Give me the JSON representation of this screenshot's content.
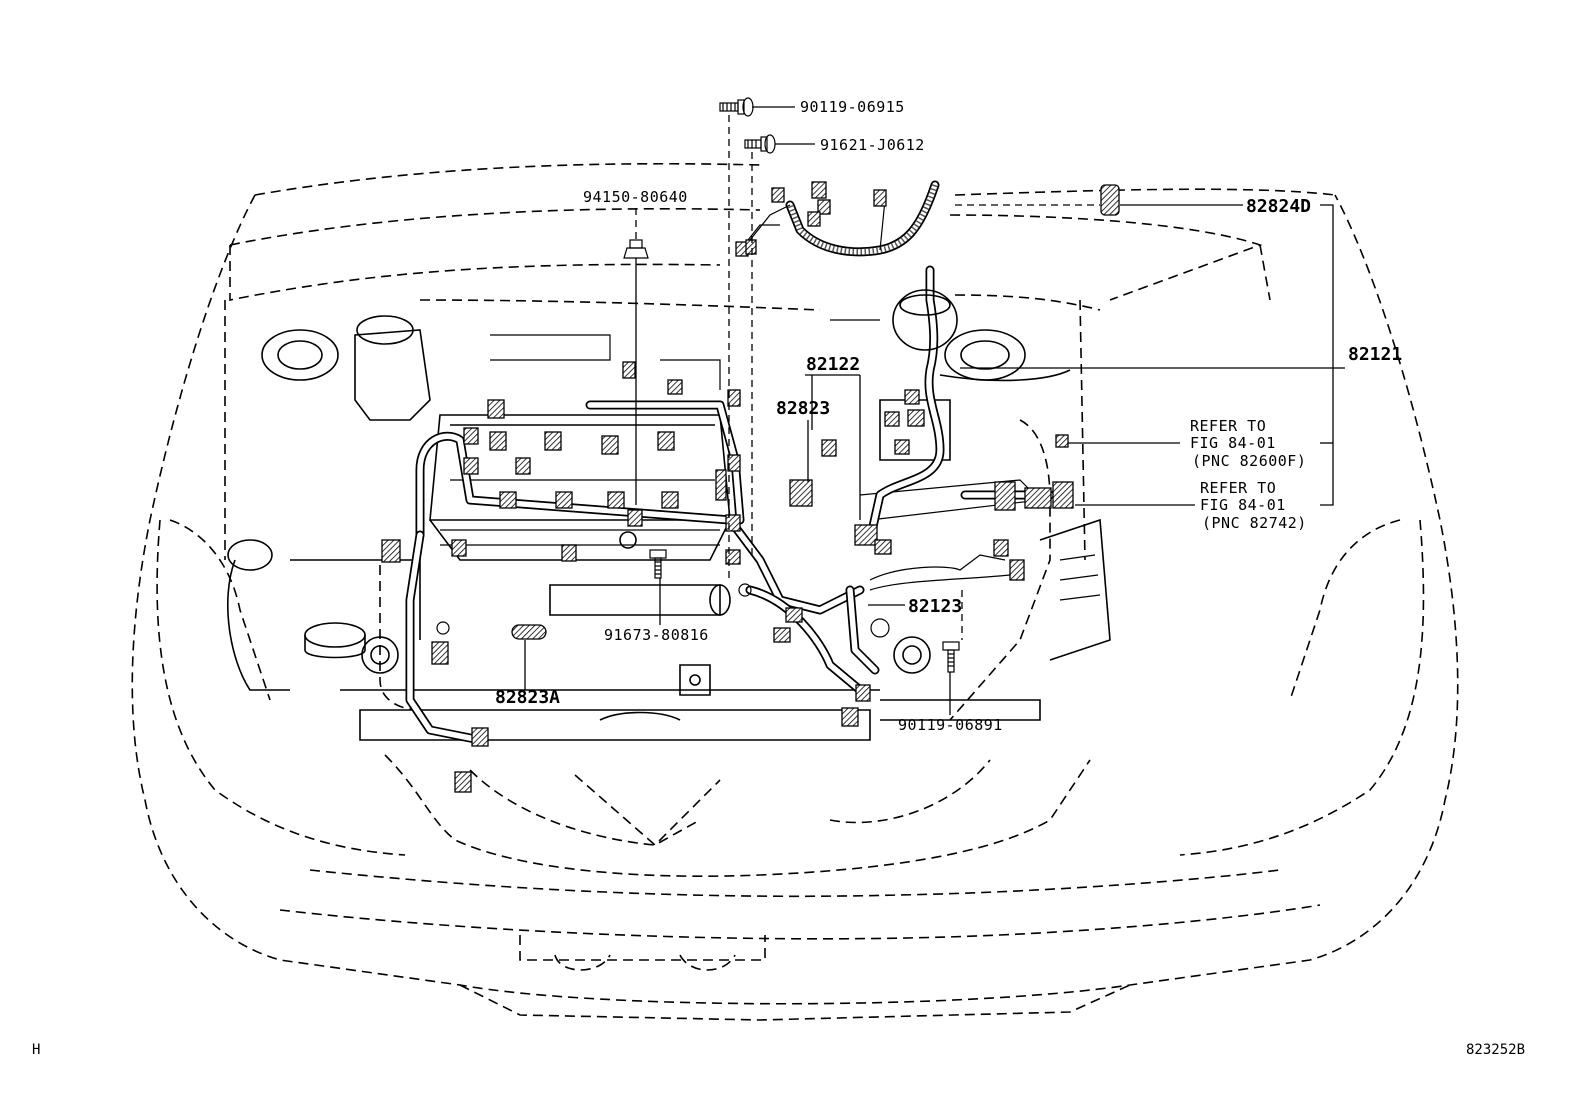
{
  "labels": {
    "p_90119_06915": "90119-06915",
    "p_91621_j0612": "91621-J0612",
    "p_94150_80640": "94150-80640",
    "p_82824d": "82824D",
    "p_82121": "82121",
    "p_82122": "82122",
    "p_82823": "82823",
    "p_82123": "82123",
    "p_91673_80816": "91673-80816",
    "p_82823a": "82823A",
    "p_90119_06891": "90119-06891"
  },
  "references": [
    {
      "line1": "REFER TO",
      "line2": "FIG 84-01",
      "line3": "(PNC 82600F)"
    },
    {
      "line1": "REFER TO",
      "line2": "FIG 84-01",
      "line3": "(PNC 82742)"
    }
  ],
  "footer": {
    "left_code": "H",
    "figure_code": "823252B"
  }
}
